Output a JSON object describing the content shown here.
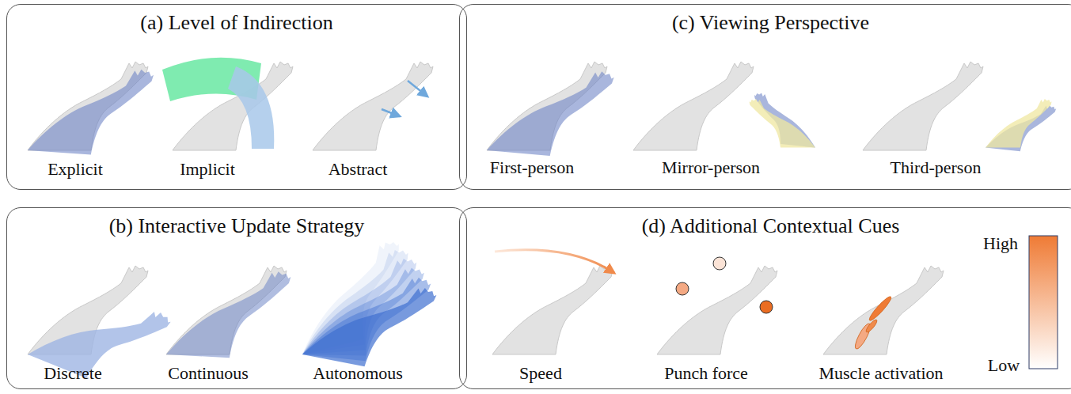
{
  "diagram": {
    "nodes": [
      {
        "text": [
          "(a) Level of Indirection"
        ]
      },
      {
        "text": [
          "(c) Viewing Perspective"
        ]
      },
      {
        "text": [
          "(b) Interactive Update Strategy"
        ]
      },
      {
        "text": [
          "(d) Additional Contextual Cues"
        ]
      }
    ],
    "labels": [
      "Explicit",
      "Implicit",
      "Abstract",
      "First-person",
      "Mirror-person",
      "Third-person",
      "Discrete",
      "Continuous",
      "Autonomous",
      "Speed",
      "Punch force",
      "Muscle activation",
      "High",
      "Low"
    ]
  }
}
